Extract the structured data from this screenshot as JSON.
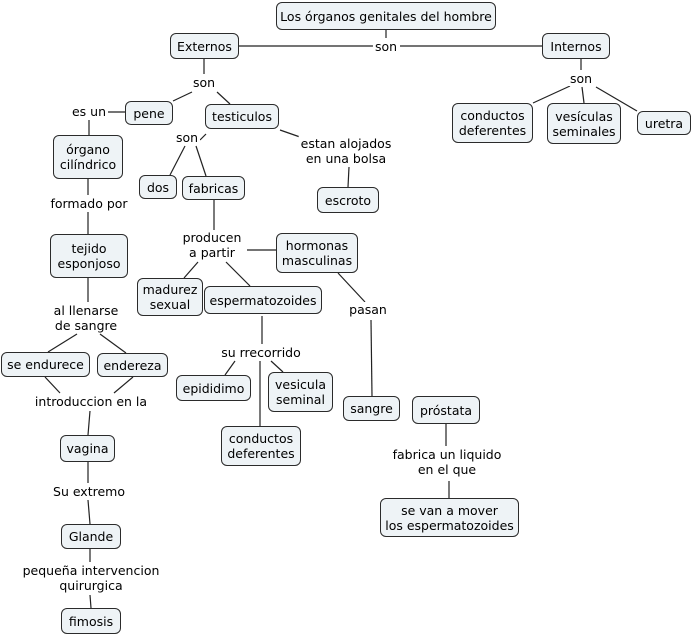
{
  "concepts": {
    "title": "Los órganos genitales del hombre",
    "externos": "Externos",
    "internos": "Internos",
    "pene": "pene",
    "testiculos": "testiculos",
    "organo": "órgano\ncilíndrico",
    "tejido": "tejido\nesponjoso",
    "endurece": "se endurece",
    "endereza": "endereza",
    "vagina": "vagina",
    "glande": "Glande",
    "fimosis": "fimosis",
    "dos": "dos",
    "fabricas": "fabricas",
    "escroto": "escroto",
    "hormonas": "hormonas\nmasculinas",
    "madurez": "madurez\nsexual",
    "esperma": "espermatozoides",
    "epididimo": "epididimo",
    "vesicula": "vesicula\nseminal",
    "conductos2": "conductos\ndeferentes",
    "sangre": "sangre",
    "prostata": "próstata",
    "mover": "se van a mover\nlos espermatozoides",
    "conductos1": "conductos\ndeferentes",
    "vesiculas": "vesículas\nseminales",
    "uretra": "uretra"
  },
  "linking_phrases": {
    "son_top": "son",
    "son_ext": "son",
    "son_int": "son",
    "es_un": "es un",
    "son_test": "son",
    "alojados": "estan alojados\nen una bolsa",
    "formado": "formado por",
    "producen": "producen\na partir",
    "llenarse": "al llenarse\nde sangre",
    "pasan": "pasan",
    "recorrido": "su rrecorrido",
    "introduccion": "introduccion en la",
    "fabrica": "fabrica un liquido\nen el que",
    "extremo": "Su extremo",
    "intervencion": "pequeña intervencion\nquirurgica"
  }
}
